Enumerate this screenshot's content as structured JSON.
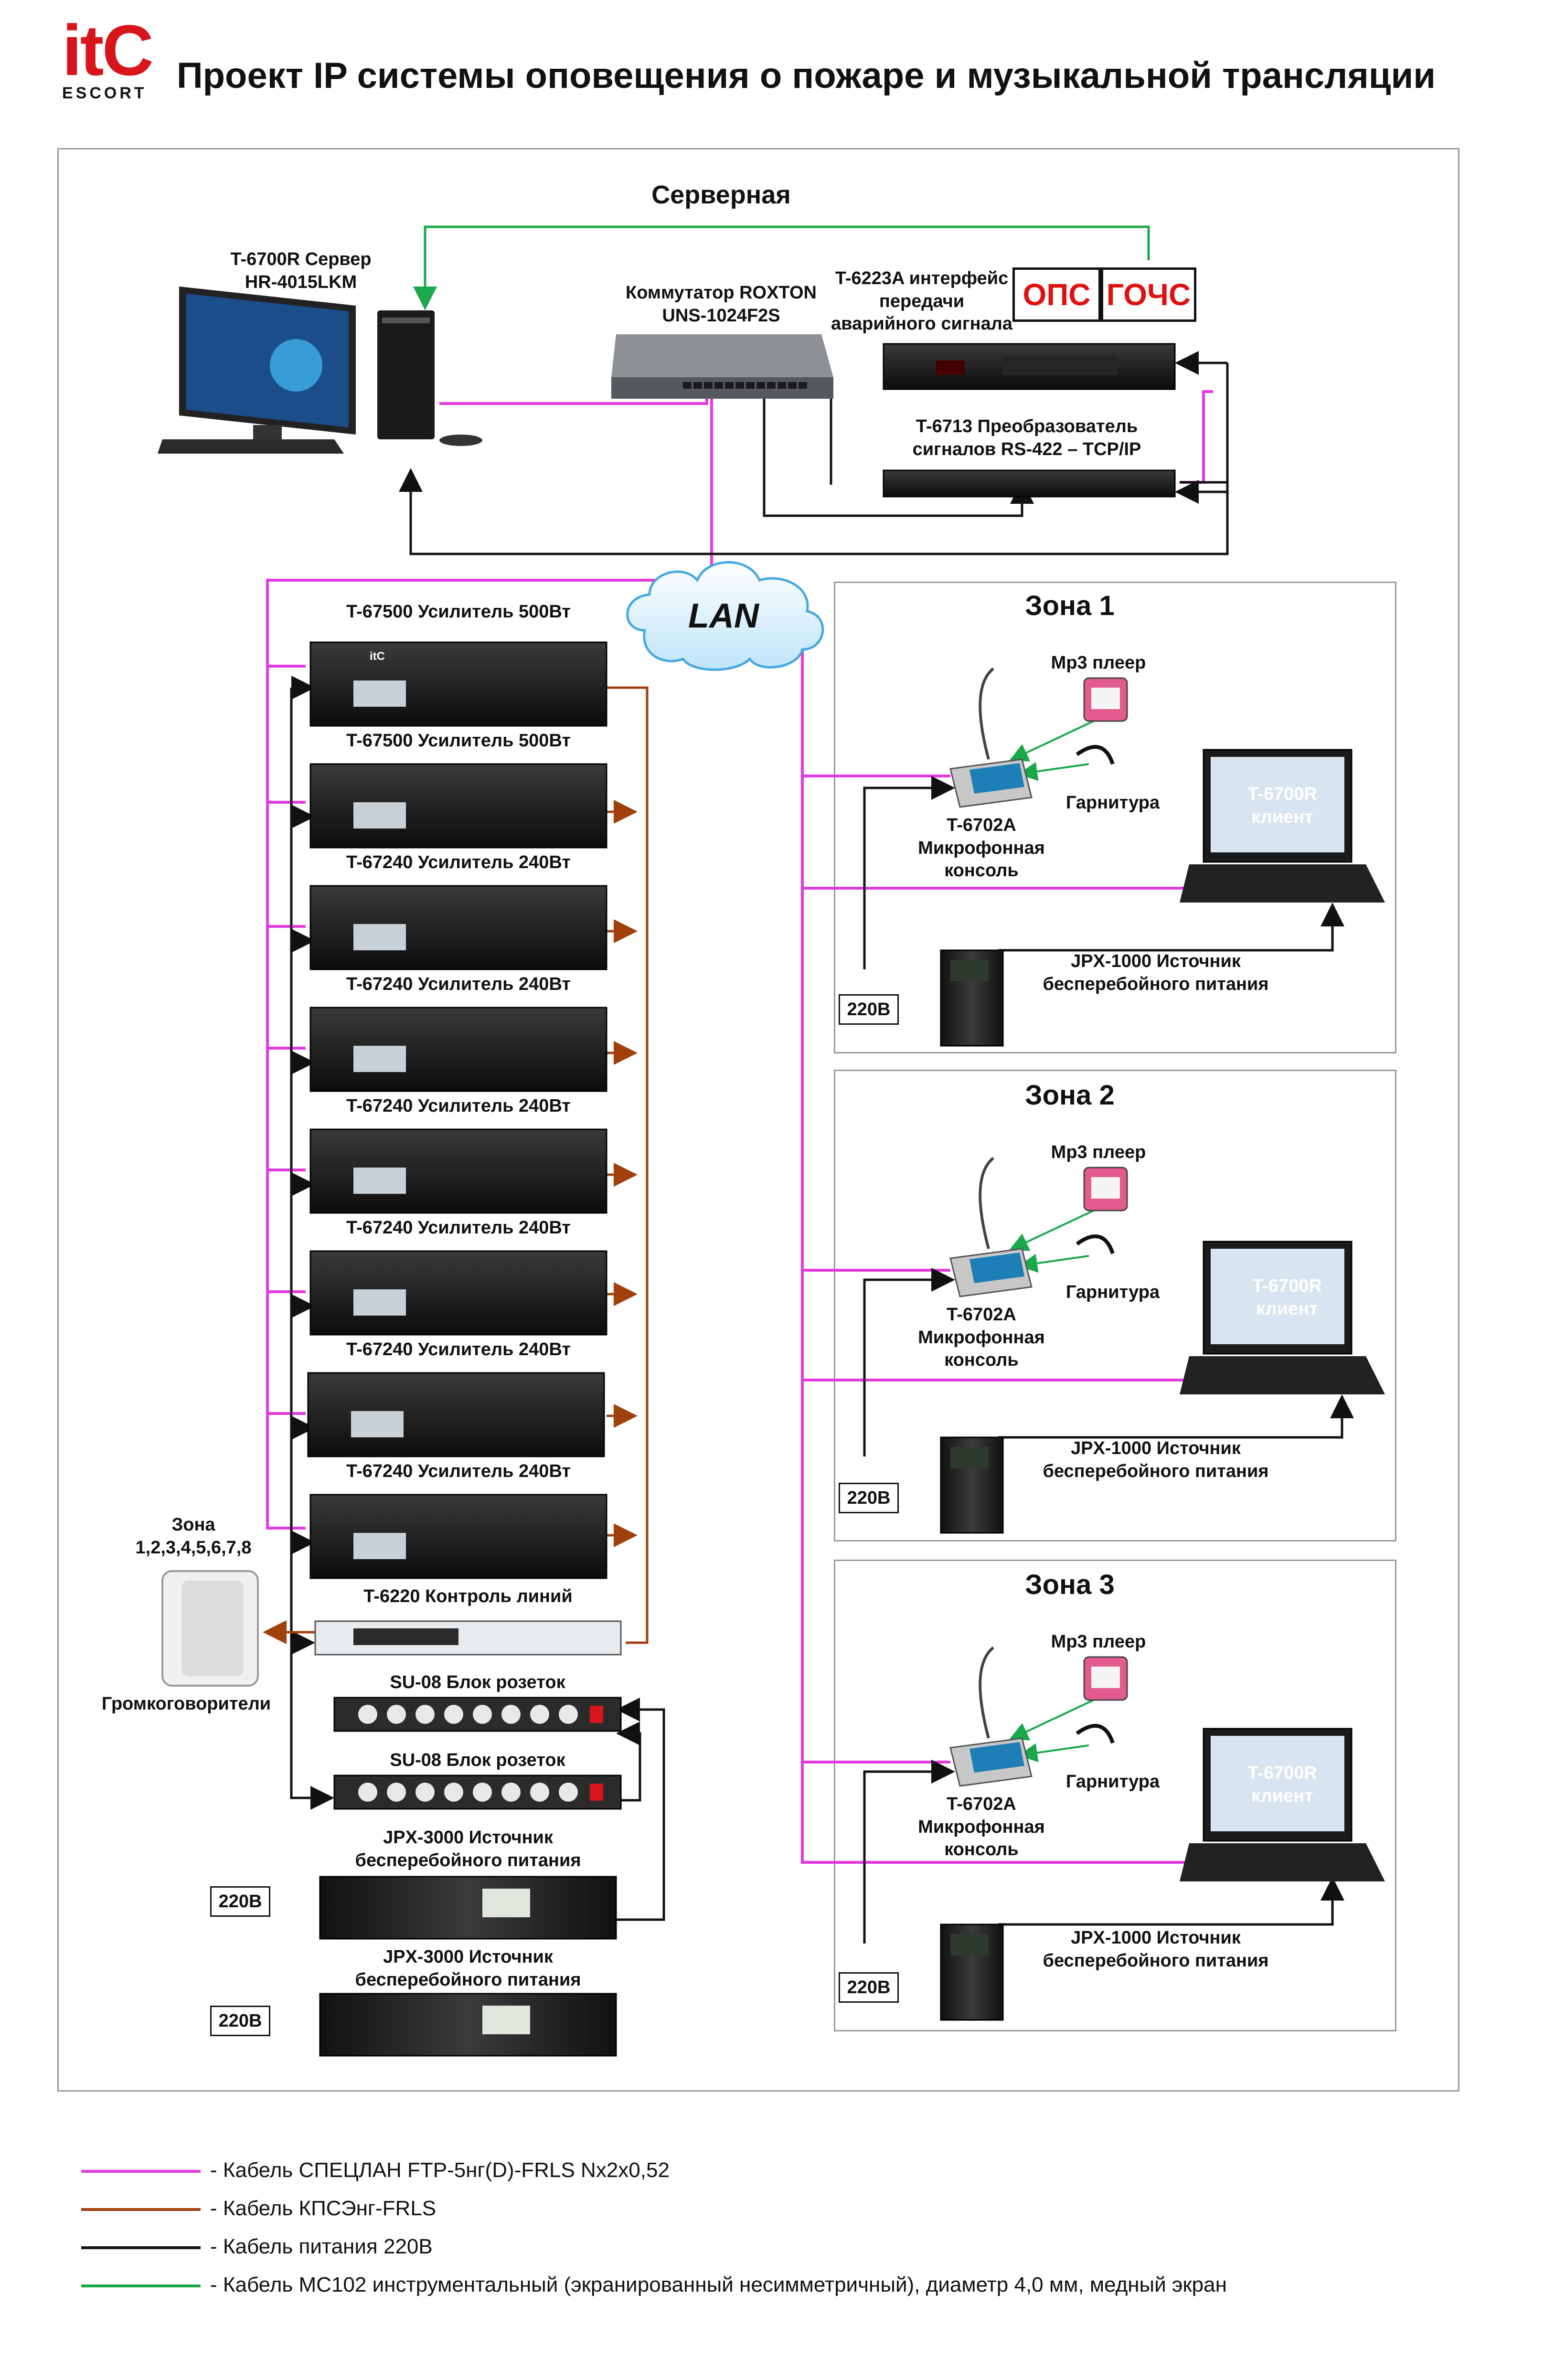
{
  "header": {
    "logo_text": "itC",
    "logo_subtext": "ESCORT",
    "title": "Проект IP системы оповещения о пожаре и музыкальной трансляции"
  },
  "server_room": {
    "title": "Серверная",
    "server_label": "T-6700R Сервер\nHR-4015LKM",
    "switch_label": "Коммутатор ROXTON\nUNS-1024F2S",
    "interface_label": "T-6223A интерфейс\nпередачи\nаварийного сигнала",
    "ops": "ОПС",
    "gochs": "ГОЧС",
    "converter_label": "T-6713 Преобразователь\nсигналов RS-422 – TCP/IP",
    "lan": "LAN"
  },
  "rack": {
    "amplifiers": [
      "T-67500 Усилитель 500Вт",
      "T-67500 Усилитель 500Вт",
      "T-67240 Усилитель 240Вт",
      "T-67240 Усилитель 240Вт",
      "T-67240 Усилитель 240Вт",
      "T-67240 Усилитель 240Вт",
      "T-67240 Усилитель 240Вт",
      "T-67240 Усилитель 240Вт"
    ],
    "line_control": "T-6220 Контроль линий",
    "power_strip_1": "SU-08 Блок розеток",
    "power_strip_2": "SU-08 Блок розеток",
    "ups_1": "JPX-3000 Источник\nбесперебойного питания",
    "ups_2": "JPX-3000 Источник\nбесперебойного питания",
    "ups_1_input": "220В",
    "ups_2_input": "220В",
    "speaker_zone": "Зона\n1,2,3,4,5,6,7,8",
    "speaker_label": "Громкоговорители",
    "amp_logo": "itC"
  },
  "zones": [
    {
      "title": "Зона 1",
      "mp3": "Mp3 плеер",
      "headset": "Гарнитура",
      "console": "T-6702A\nМикрофонная\nконсоль",
      "client": "T-6700R\nклиент",
      "ups": "JPX-1000 Источник\nбесперебойного питания",
      "input": "220В"
    },
    {
      "title": "Зона 2",
      "mp3": "Mp3 плеер",
      "headset": "Гарнитура",
      "console": "T-6702A\nМикрофонная\nконсоль",
      "client": "T-6700R\nклиент",
      "ups": "JPX-1000 Источник\nбесперебойного питания",
      "input": "220В"
    },
    {
      "title": "Зона 3",
      "mp3": "Mp3 плеер",
      "headset": "Гарнитура",
      "console": "T-6702A\nМикрофонная\nконсоль",
      "client": "T-6700R\nклиент",
      "ups": "JPX-1000 Источник\nбесперебойного питания",
      "input": "220В"
    }
  ],
  "legend": [
    {
      "color": "#e33ae0",
      "text": "- Кабель СПЕЦЛАН FTP-5нг(D)-FRLS Nx2x0,52"
    },
    {
      "color": "#a0400c",
      "text": "- Кабель КПСЭнг-FRLS"
    },
    {
      "color": "#111111",
      "text": "- Кабель питания 220В"
    },
    {
      "color": "#1aa84a",
      "text": "- Кабель МС102 инструментальный (экранированный несимметричный), диаметр 4,0 мм, медный экран"
    }
  ],
  "colors": {
    "lan_cable": "#e33ae0",
    "speaker_cable": "#a0400c",
    "power_cable": "#111111",
    "audio_cable": "#1aa84a",
    "alarm_text": "#e01010"
  }
}
